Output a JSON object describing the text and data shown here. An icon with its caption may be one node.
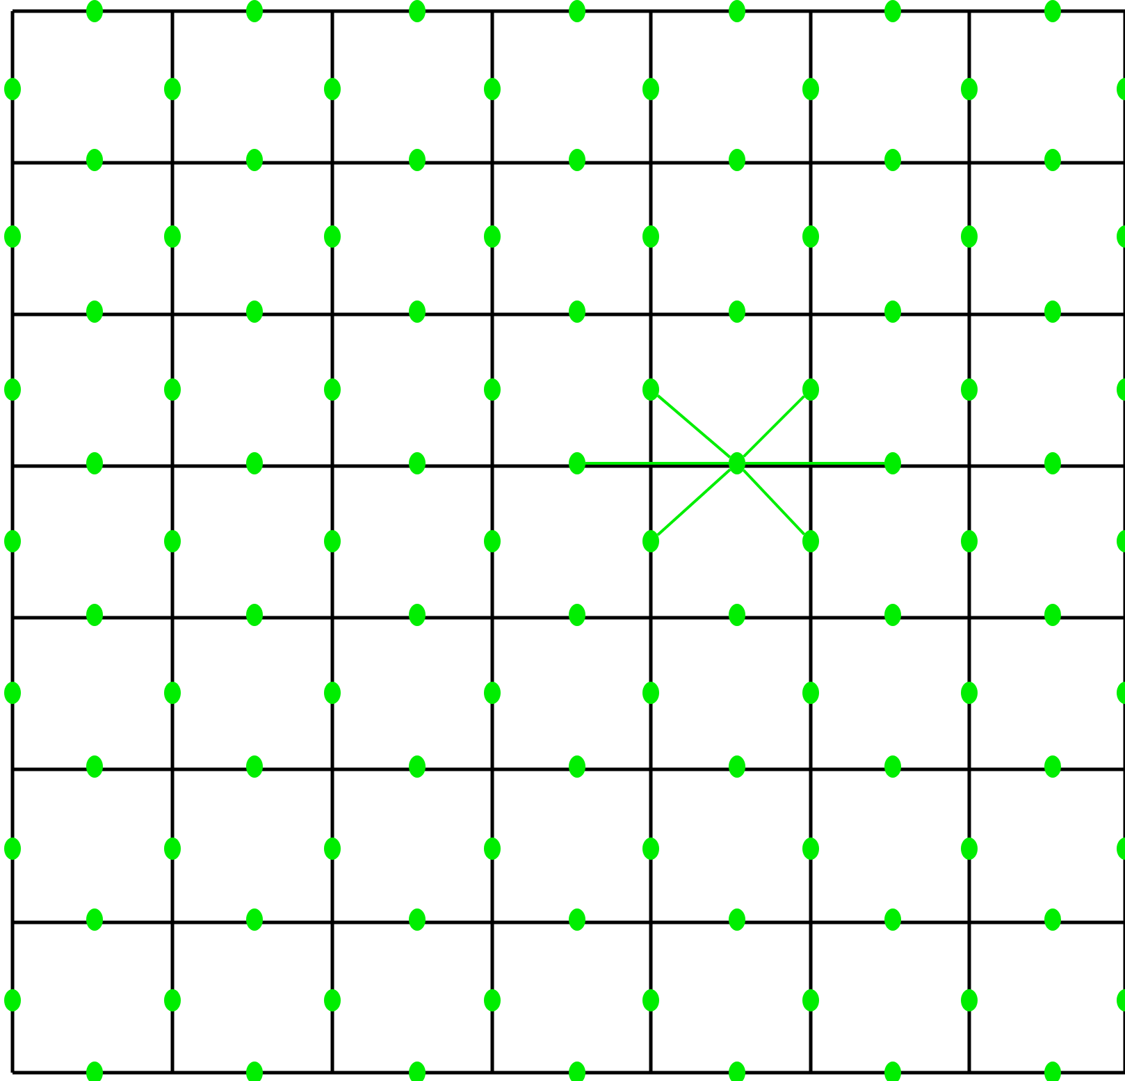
{
  "diagram": {
    "nodes": [
      {
        "text": [],
        "shape": "circle"
      },
      {
        "text": [],
        "shape": "circle"
      },
      {
        "text": [],
        "shape": "circle"
      },
      {
        "text": [],
        "shape": "circle"
      },
      {
        "text": [],
        "shape": "circle"
      },
      {
        "text": [],
        "shape": "circle"
      },
      {
        "text": [],
        "shape": "circle"
      },
      {
        "text": [],
        "shape": "circle"
      },
      {
        "text": [],
        "shape": "circle"
      },
      {
        "text": [],
        "shape": "circle"
      },
      {
        "text": [],
        "shape": "circle"
      },
      {
        "text": [],
        "shape": "circle"
      },
      {
        "text": [],
        "shape": "circle"
      },
      {
        "text": [],
        "shape": "circle"
      },
      {
        "text": [],
        "shape": "circle"
      },
      {
        "text": [],
        "shape": "circle"
      },
      {
        "text": [],
        "shape": "circle"
      },
      {
        "text": [],
        "shape": "circle"
      },
      {
        "text": [],
        "shape": "circle"
      },
      {
        "text": [],
        "shape": "circle"
      },
      {
        "text": [],
        "shape": "circle"
      },
      {
        "text": [],
        "shape": "circle"
      },
      {
        "text": [],
        "shape": "circle"
      },
      {
        "text": [],
        "shape": "circle"
      },
      {
        "text": [],
        "shape": "circle"
      },
      {
        "text": [],
        "shape": "circle"
      },
      {
        "text": [],
        "shape": "circle"
      },
      {
        "text": [],
        "shape": "circle"
      },
      {
        "text": [],
        "shape": "circle"
      },
      {
        "text": [],
        "shape": "circle"
      },
      {
        "text": [],
        "shape": "circle"
      },
      {
        "text": [],
        "shape": "circle"
      },
      {
        "text": [],
        "shape": "circle"
      },
      {
        "text": [],
        "shape": "circle"
      },
      {
        "text": [],
        "shape": "circle"
      },
      {
        "text": [],
        "shape": "circle"
      },
      {
        "text": [],
        "shape": "circle"
      },
      {
        "text": [],
        "shape": "circle"
      },
      {
        "text": [],
        "shape": "circle"
      },
      {
        "text": [],
        "shape": "circle"
      },
      {
        "text": [],
        "shape": "circle"
      },
      {
        "text": [],
        "shape": "circle"
      },
      {
        "text": [],
        "shape": "circle"
      },
      {
        "text": [],
        "shape": "circle"
      },
      {
        "text": [],
        "shape": "circle"
      },
      {
        "text": [],
        "shape": "circle"
      },
      {
        "text": [],
        "shape": "circle"
      },
      {
        "text": [],
        "shape": "circle"
      },
      {
        "text": [],
        "shape": "circle"
      },
      {
        "text": [],
        "shape": "circle"
      },
      {
        "text": [],
        "shape": "circle"
      },
      {
        "text": [],
        "shape": "circle"
      },
      {
        "text": [],
        "shape": "circle"
      },
      {
        "text": [],
        "shape": "circle"
      },
      {
        "text": [],
        "shape": "circle"
      },
      {
        "text": [],
        "shape": "circle"
      },
      {
        "text": [],
        "shape": "circle"
      },
      {
        "text": [],
        "shape": "circle"
      },
      {
        "text": [],
        "shape": "circle"
      },
      {
        "text": [],
        "shape": "circle"
      },
      {
        "text": [],
        "shape": "circle"
      },
      {
        "text": [],
        "shape": "circle"
      },
      {
        "text": [],
        "shape": "circle"
      },
      {
        "text": [],
        "shape": "circle"
      },
      {
        "text": [],
        "shape": "circle"
      },
      {
        "text": [],
        "shape": "circle"
      },
      {
        "text": [],
        "shape": "circle"
      },
      {
        "text": [],
        "shape": "circle"
      },
      {
        "text": [],
        "shape": "circle"
      },
      {
        "text": [],
        "shape": "circle"
      },
      {
        "text": [],
        "shape": "circle"
      },
      {
        "text": [],
        "shape": "circle"
      },
      {
        "text": [],
        "shape": "circle"
      },
      {
        "text": [],
        "shape": "circle"
      },
      {
        "text": [],
        "shape": "circle"
      },
      {
        "text": [],
        "shape": "circle"
      },
      {
        "text": [],
        "shape": "circle"
      },
      {
        "text": [],
        "shape": "circle"
      },
      {
        "text": [],
        "shape": "circle"
      },
      {
        "text": [],
        "shape": "circle"
      },
      {
        "text": [],
        "shape": "circle"
      },
      {
        "text": [],
        "shape": "circle"
      },
      {
        "text": [],
        "shape": "circle"
      },
      {
        "text": [],
        "shape": "circle"
      },
      {
        "text": [],
        "shape": "circle"
      },
      {
        "text": [],
        "shape": "circle"
      },
      {
        "text": [],
        "shape": "circle"
      },
      {
        "text": [],
        "shape": "circle"
      },
      {
        "text": [],
        "shape": "circle"
      },
      {
        "text": [],
        "shape": "circle"
      },
      {
        "text": [],
        "shape": "circle"
      },
      {
        "text": [],
        "shape": "circle"
      },
      {
        "text": [],
        "shape": "circle"
      },
      {
        "text": [],
        "shape": "circle"
      },
      {
        "text": [],
        "shape": "circle"
      },
      {
        "text": [],
        "shape": "circle"
      },
      {
        "text": [],
        "shape": "circle"
      },
      {
        "text": [],
        "shape": "circle"
      },
      {
        "text": [],
        "shape": "circle"
      },
      {
        "text": [],
        "shape": "circle"
      },
      {
        "text": [],
        "shape": "circle"
      },
      {
        "text": [],
        "shape": "circle"
      },
      {
        "text": [],
        "shape": "circle"
      },
      {
        "text": [],
        "shape": "circle"
      },
      {
        "text": [],
        "shape": "circle"
      },
      {
        "text": [],
        "shape": "circle"
      },
      {
        "text": [],
        "shape": "circle"
      },
      {
        "text": [],
        "shape": "circle"
      },
      {
        "text": [],
        "shape": "circle"
      },
      {
        "text": [],
        "shape": "circle"
      },
      {
        "text": [],
        "shape": "circle"
      },
      {
        "text": [],
        "shape": "circle"
      }
    ],
    "edges": [
      {
        "from": 49,
        "to": 48,
        "arrow": "none"
      },
      {
        "from": 49,
        "to": 50,
        "arrow": "none"
      },
      {
        "from": 49,
        "to": 41,
        "arrow": "none"
      },
      {
        "from": 49,
        "to": 42,
        "arrow": "none"
      },
      {
        "from": 49,
        "to": 56,
        "arrow": "none"
      },
      {
        "from": 49,
        "to": 57,
        "arrow": "none"
      }
    ]
  }
}
